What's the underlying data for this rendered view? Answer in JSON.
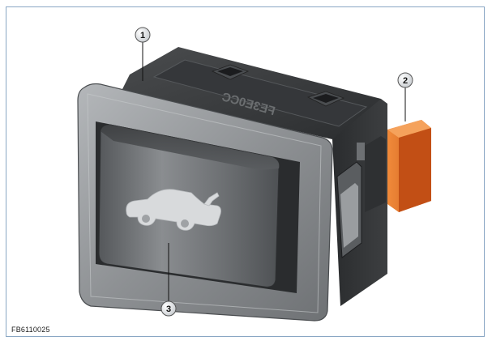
{
  "figure": {
    "reference_code": "FB6110025",
    "molded_marking": "FE3E0CC",
    "callouts": [
      {
        "number": "1"
      },
      {
        "number": "2"
      },
      {
        "number": "3"
      }
    ]
  },
  "colors": {
    "housing": "#3a3c3e",
    "bezel": "#8c8f92",
    "rocker": "#6a6d70",
    "connector": "#e06a1e",
    "frame_border": "#8aa7c4"
  },
  "icons": [
    "trunk-release-icon"
  ]
}
